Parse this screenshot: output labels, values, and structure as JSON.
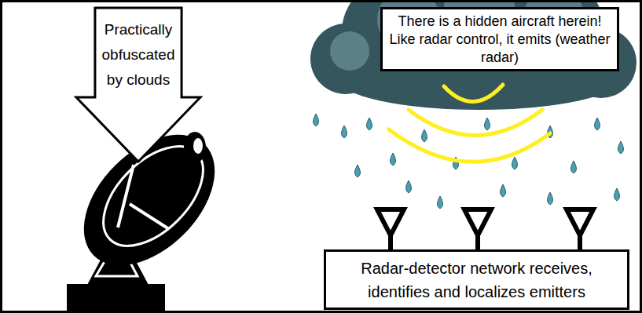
{
  "diagram": {
    "nodes": [
      {
        "text": [
          "Practically obfuscated by clouds"
        ]
      },
      {
        "text": [
          "There is a hidden aircraft herein! Like radar control, it emits (weather radar)"
        ]
      },
      {
        "text": [
          "Radar-detector network receives, identifies and localizes emitters"
        ]
      }
    ]
  }
}
